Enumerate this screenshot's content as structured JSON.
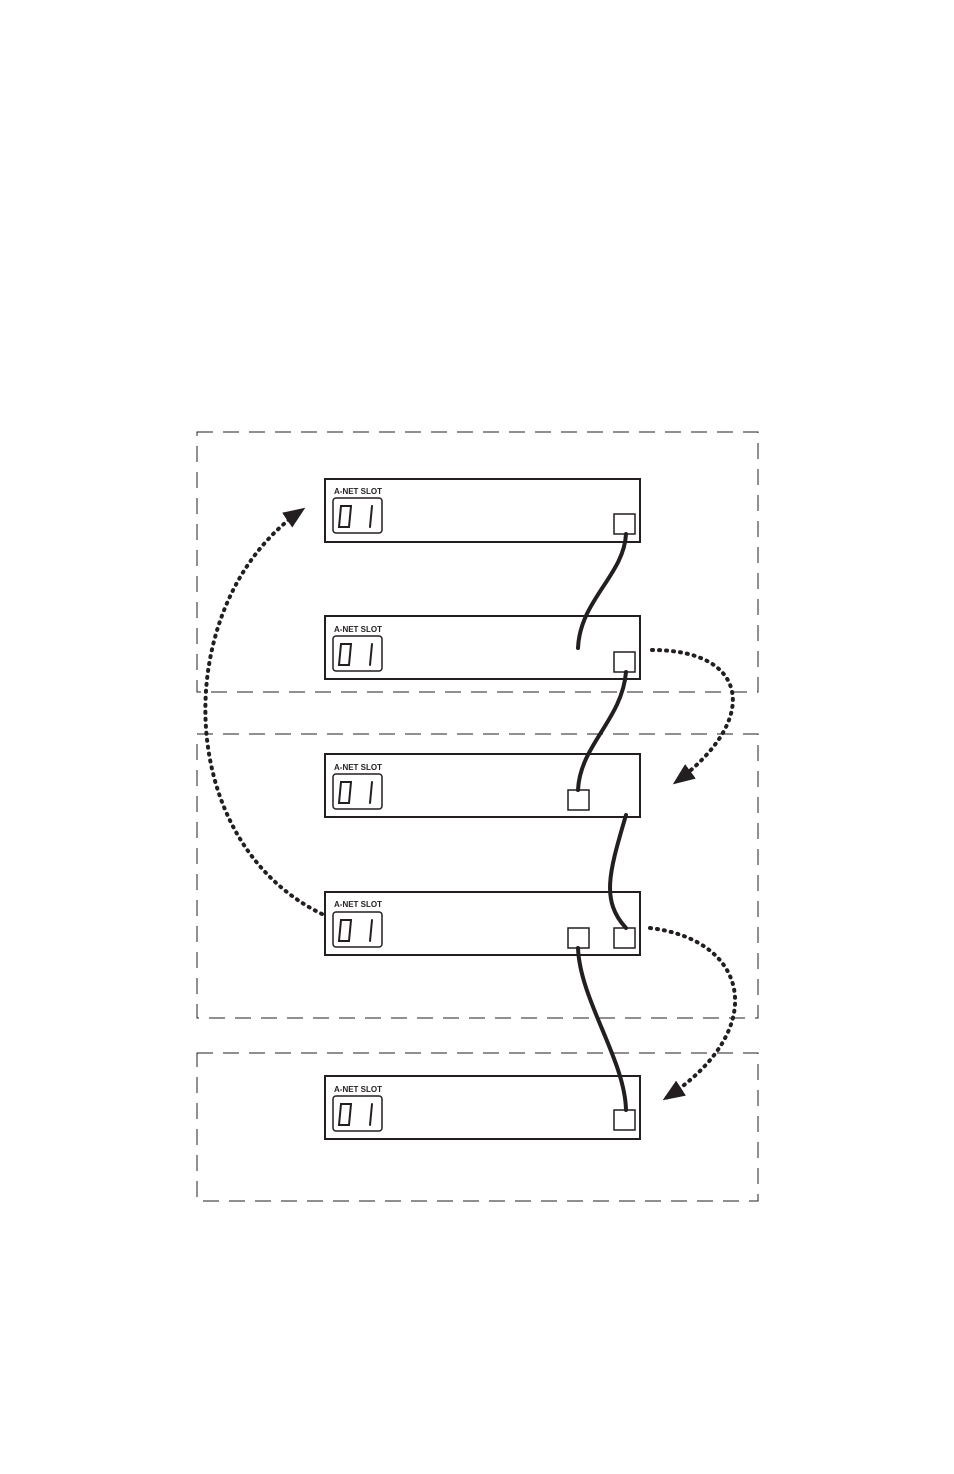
{
  "diagram": {
    "units": [
      {
        "label": "A-NET SLOT",
        "digits": "01"
      },
      {
        "label": "A-NET SLOT",
        "digits": "01"
      },
      {
        "label": "A-NET SLOT",
        "digits": "01"
      },
      {
        "label": "A-NET SLOT",
        "digits": "01"
      },
      {
        "label": "A-NET SLOT",
        "digits": "01"
      }
    ],
    "colors": {
      "line": "#231f20",
      "background": "#ffffff"
    }
  }
}
